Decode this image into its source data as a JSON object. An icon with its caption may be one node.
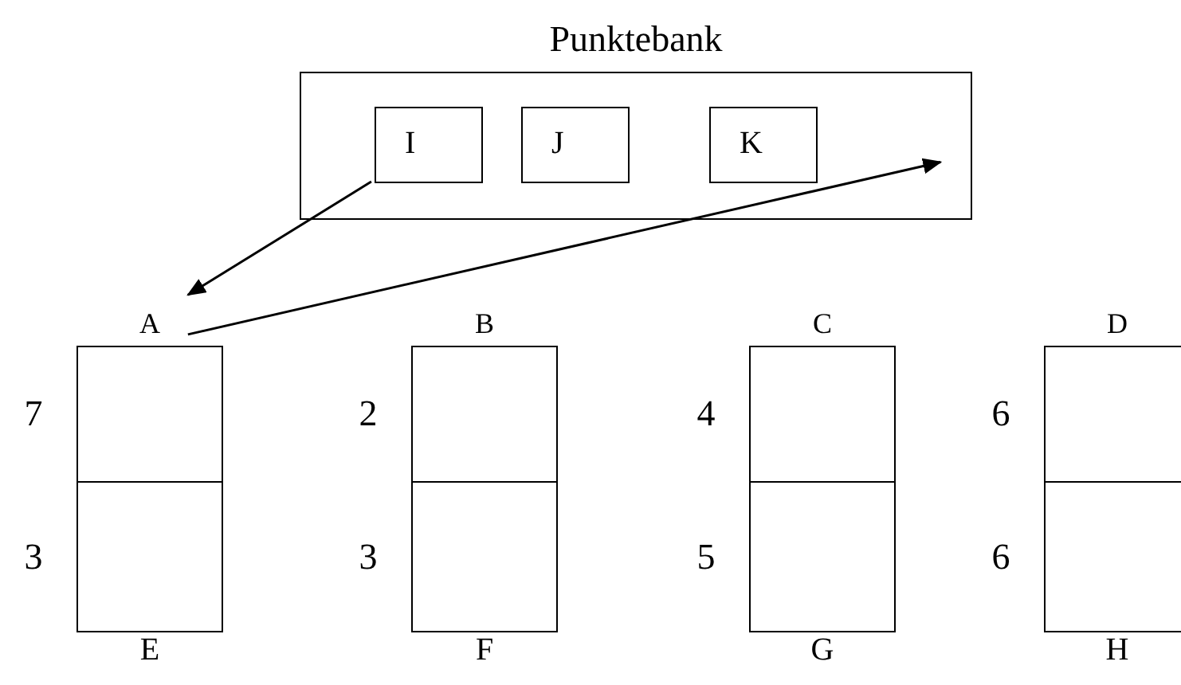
{
  "diagram": {
    "nodes": [
      {
        "text": [
          "Punktebank"
        ]
      },
      {
        "text": [
          "I"
        ],
        "in": 0
      },
      {
        "text": [
          "J"
        ],
        "in": 0
      },
      {
        "text": [
          "K"
        ],
        "in": 0
      },
      {
        "text": [
          "A",
          "E"
        ]
      },
      {
        "text": [],
        "shape": "box",
        "in": 4,
        "beside": [
          "7"
        ]
      },
      {
        "text": [],
        "shape": "box",
        "in": 4,
        "beside": [
          "3"
        ]
      },
      {
        "text": [
          "B",
          "F"
        ]
      },
      {
        "text": [],
        "shape": "box",
        "in": 7,
        "beside": [
          "2"
        ]
      },
      {
        "text": [],
        "shape": "box",
        "in": 7,
        "beside": [
          "3"
        ]
      },
      {
        "text": [
          "C",
          "G"
        ]
      },
      {
        "text": [],
        "shape": "box",
        "in": 10,
        "beside": [
          "4"
        ]
      },
      {
        "text": [],
        "shape": "box",
        "in": 10,
        "beside": [
          "5"
        ]
      },
      {
        "text": [
          "D",
          "H"
        ]
      },
      {
        "text": [],
        "shape": "box",
        "in": 13,
        "beside": [
          "6"
        ]
      },
      {
        "text": [],
        "shape": "box",
        "in": 13,
        "beside": [
          "6"
        ]
      }
    ],
    "edges": [
      {
        "from": 1,
        "to": 4,
        "arrow": "to"
      },
      {
        "from": 4,
        "to": 0,
        "arrow": "to"
      }
    ]
  }
}
